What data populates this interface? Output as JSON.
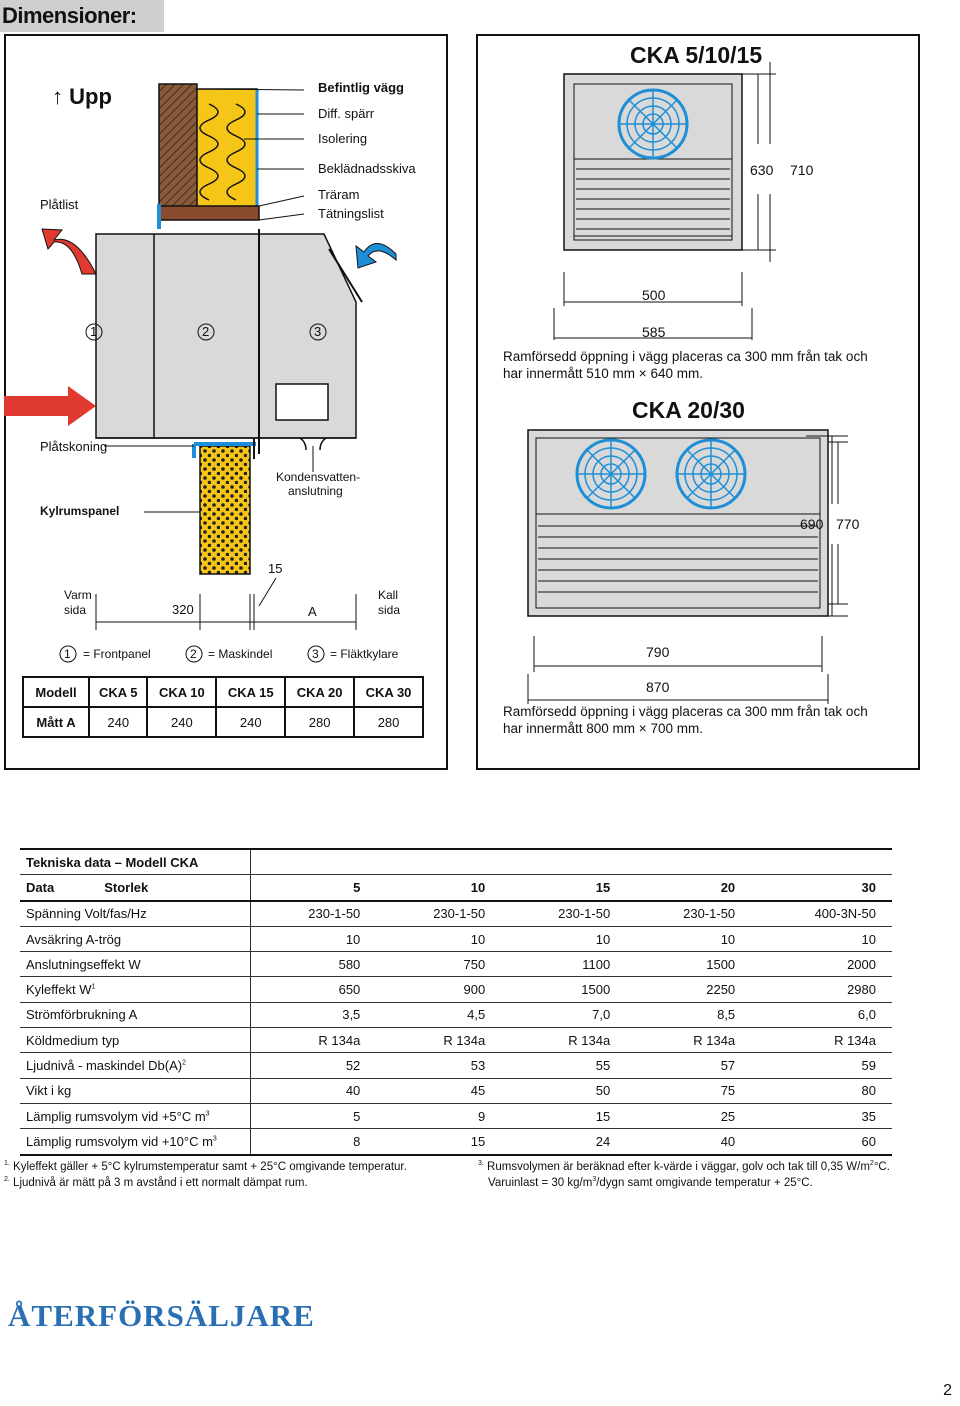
{
  "heading": "Dimensioner:",
  "diagram": {
    "upp": "↑ Upp",
    "befintlig_vagg": "Befintlig vägg",
    "diff_sparr": "Diff. spärr",
    "isolering": "Isolering",
    "bekladnad": "Beklädnadsskiva",
    "plattlist": "Plåtlist",
    "traram": "Träram",
    "tatningslist": "Tätningslist",
    "n1": "1",
    "n2": "2",
    "n3": "3",
    "platskoning": "Plåtskoning",
    "kondens1": "Kondensvatten-",
    "kondens2": "anslutning",
    "kylrumspanel": "Kylrumspanel",
    "d15": "15",
    "varm1": "Varm",
    "varm2": "sida",
    "d320": "320",
    "dA": "A",
    "kall1": "Kall",
    "kall2": "sida",
    "leg1": "= Frontpanel",
    "leg2": "= Maskindel",
    "leg3": "= Fläktkylare"
  },
  "model_table": {
    "r1": [
      "Modell",
      "CKA 5",
      "CKA 10",
      "CKA 15",
      "CKA 20",
      "CKA 30"
    ],
    "r2": [
      "Mått A",
      "240",
      "240",
      "240",
      "280",
      "280"
    ]
  },
  "cka5": {
    "title": "CKA 5/10/15",
    "h1": "630",
    "h2": "710",
    "w1": "500",
    "w2": "585",
    "note1": "Ramförsedd öppning i vägg placeras ca 300 mm från tak och",
    "note2": "har innermått 510 mm × 640 mm."
  },
  "cka20": {
    "title": "CKA 20/30",
    "h1": "690",
    "h2": "770",
    "w1": "790",
    "w2": "870",
    "note1": "Ramförsedd öppning i vägg placeras ca 300 mm från tak och",
    "note2": "har innermått 800 mm × 700 mm."
  },
  "tech": {
    "title": "Tekniska data – Modell CKA",
    "hdr_data": "Data",
    "hdr_storlek": "Storlek",
    "sizes": [
      "5",
      "10",
      "15",
      "20",
      "30"
    ],
    "rows": [
      {
        "label": "Spänning Volt/fas/Hz",
        "sup": "",
        "v": [
          "230-1-50",
          "230-1-50",
          "230-1-50",
          "230-1-50",
          "400-3N-50"
        ]
      },
      {
        "label": "Avsäkring  A-trög",
        "sup": "",
        "v": [
          "10",
          "10",
          "10",
          "10",
          "10"
        ]
      },
      {
        "label": "Anslutningseffekt  W",
        "sup": "",
        "v": [
          "580",
          "750",
          "1100",
          "1500",
          "2000"
        ]
      },
      {
        "label": "Kyleffekt  W",
        "sup": "1",
        "v": [
          "650",
          "900",
          "1500",
          "2250",
          "2980"
        ]
      },
      {
        "label": "Strömförbrukning  A",
        "sup": "",
        "v": [
          "3,5",
          "4,5",
          "7,0",
          "8,5",
          "6,0"
        ]
      },
      {
        "label": "Köldmedium typ",
        "sup": "",
        "v": [
          "R 134a",
          "R 134a",
          "R 134a",
          "R 134a",
          "R 134a"
        ]
      },
      {
        "label": "Ljudnivå - maskindel Db(A)",
        "sup": "2",
        "v": [
          "52",
          "53",
          "55",
          "57",
          "59"
        ]
      },
      {
        "label": "Vikt i kg",
        "sup": "",
        "v": [
          "40",
          "45",
          "50",
          "75",
          "80"
        ]
      },
      {
        "label": "Lämplig rumsvolym vid +5°C m",
        "sup": "3",
        "v": [
          "5",
          "9",
          "15",
          "25",
          "35"
        ]
      },
      {
        "label": "Lämplig rumsvolym vid +10°C m",
        "sup": "3",
        "v": [
          "8",
          "15",
          "24",
          "40",
          "60"
        ]
      }
    ]
  },
  "footnotes": {
    "f1_num": "1.",
    "f1": "Kyleffekt gäller + 5°C kylrumstemperatur samt + 25°C omgivande temperatur.",
    "f2_num": "2.",
    "f2": "Ljudnivå är mätt på 3 m avstånd i ett normalt dämpat rum.",
    "f3_num": "3.",
    "f3a": "Rumsvolymen är beräknad efter k-värde i väggar, golv och tak till 0,35 W/m",
    "f3a_sup": "2",
    "f3a_end": "°C.",
    "f3b": "Varuinlast = 30 kg/m",
    "f3b_sup": "3",
    "f3b_end": "/dygn samt omgivande temperatur + 25°C."
  },
  "retailer": "ÅTERFÖRSÄLJARE",
  "page_number": "2",
  "colors": {
    "blue": "#1e8fd6",
    "yellow": "#f5c518",
    "grey": "#d9d9d9",
    "wood": "#8a5a3c",
    "retailer_blue": "#2a6fb3"
  }
}
